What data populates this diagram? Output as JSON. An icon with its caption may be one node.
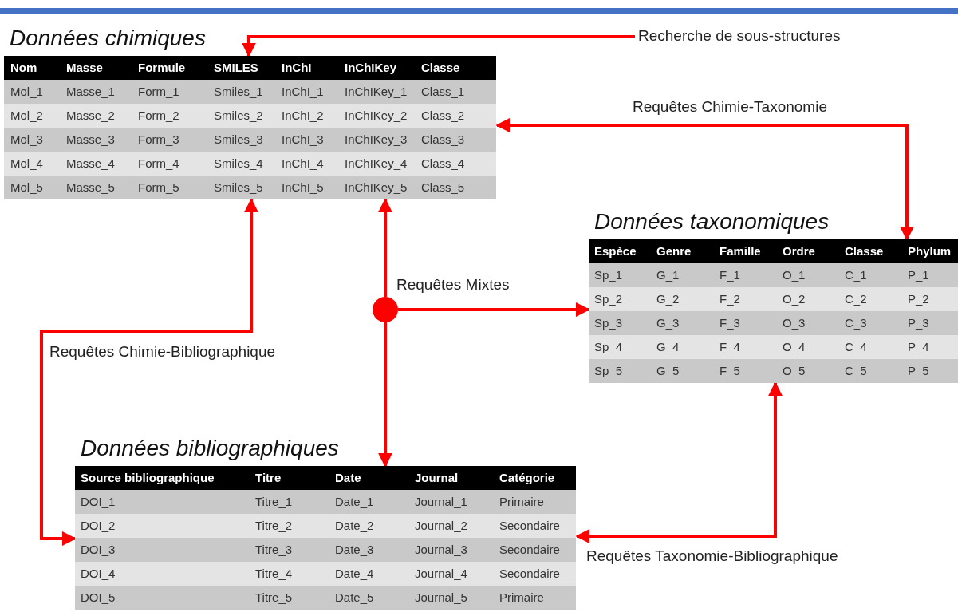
{
  "diagram": {
    "nodes": [
      {
        "text": [
          "Données chimiques",
          "Nom",
          "Masse",
          "Formule",
          "SMILES",
          "InChI",
          "InChIKey",
          "Classe",
          "Mol_1",
          "Masse_1",
          "Form_1",
          "Smiles_1",
          "InChI_1",
          "InChIKey_1",
          "Class_1",
          "Mol_2",
          "Masse_2",
          "Form_2",
          "Smiles_2",
          "InChI_2",
          "InChIKey_2",
          "Class_2",
          "Mol_3",
          "Masse_3",
          "Form_3",
          "Smiles_3",
          "InChI_3",
          "InChIKey_3",
          "Class_3",
          "Mol_4",
          "Masse_4",
          "Form_4",
          "Smiles_4",
          "InChI_4",
          "InChIKey_4",
          "Class_4",
          "Mol_5",
          "Masse_5",
          "Form_5",
          "Smiles_5",
          "InChI_5",
          "InChIKey_5",
          "Class_5"
        ]
      },
      {
        "text": [
          "Recherche de sous-structures"
        ]
      },
      {
        "text": [
          "Données taxonomiques",
          "Espèce",
          "Genre",
          "Famille",
          "Ordre",
          "Classe",
          "Phylum",
          "Sp_1",
          "G_1",
          "F_1",
          "O_1",
          "C_1",
          "P_1",
          "Sp_2",
          "G_2",
          "F_2",
          "O_2",
          "C_2",
          "P_2",
          "Sp_3",
          "G_3",
          "F_3",
          "O_3",
          "C_3",
          "P_3",
          "Sp_4",
          "G_4",
          "F_4",
          "O_4",
          "C_4",
          "P_4",
          "Sp_5",
          "G_5",
          "F_5",
          "O_5",
          "C_5",
          "P_5"
        ]
      },
      {
        "text": [],
        "shape": "circle",
        "beside": [
          "Requêtes Mixtes"
        ]
      },
      {
        "text": [
          "Données bibliographiques",
          "Source bibliographique",
          "Titre",
          "Date",
          "Journal",
          "Catégorie",
          "DOI_1",
          "Titre_1",
          "Date_1",
          "Journal_1",
          "Primaire",
          "DOI_2",
          "Titre_2",
          "Date_2",
          "Journal_2",
          "Secondaire",
          "DOI_3",
          "Titre_3",
          "Date_3",
          "Journal_3",
          "Secondaire",
          "DOI_4",
          "Titre_4",
          "Date_4",
          "Journal_4",
          "Secondaire",
          "DOI_5",
          "Titre_5",
          "Date_5",
          "Journal_5",
          "Primaire"
        ]
      }
    ],
    "edges": [
      {
        "from": 1,
        "to": 0,
        "arrow": "to"
      },
      {
        "from": 0,
        "to": 2,
        "arrow": "both",
        "label": "Requêtes Chimie-Taxonomie"
      },
      {
        "from": 0,
        "to": 4,
        "arrow": "both",
        "label": "Requêtes Chimie-Bibliographique"
      },
      {
        "from": 2,
        "to": 4,
        "arrow": "both",
        "label": "Requêtes Taxonomie-Bibliographique"
      },
      {
        "from": 3,
        "to": 0,
        "arrow": "to"
      },
      {
        "from": 3,
        "to": 2,
        "arrow": "to"
      },
      {
        "from": 3,
        "to": 4,
        "arrow": "to"
      }
    ]
  }
}
